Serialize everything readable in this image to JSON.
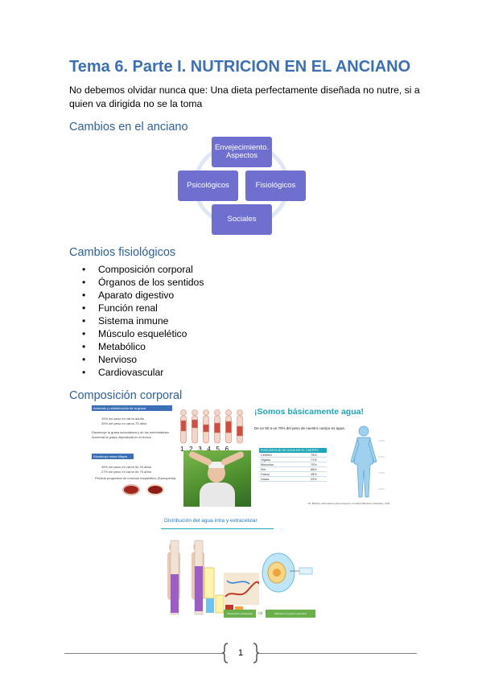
{
  "title": "Tema 6. Parte I. NUTRICION EN EL ANCIANO",
  "intro": "No debemos olvidar nunca que: Una dieta perfectamente diseñada no nutre, si a quien va dirigida no se la toma",
  "sections": {
    "cambios_anciano": "Cambios en el anciano",
    "cambios_fisiologicos": "Cambios fisiológicos",
    "composicion_corporal": "Composición corporal"
  },
  "diagram": {
    "top": "Envejecimiento. Aspectos",
    "left": "Psicológicos",
    "right": "Fisiológicos",
    "bottom": "Sociales",
    "box_color": "#6f6fd0"
  },
  "fisiologicos": [
    "Composición corporal",
    "Órganos de los sentidos",
    "Aparato digestivo",
    "Función renal",
    "Sistema inmune",
    "Músculo esquelético",
    "Metabólico",
    "Nervioso",
    "Cardiovascular"
  ],
  "images": {
    "grasa": {
      "header": "Aumento y redistribución de la grasa",
      "lines": [
        "15% del peso en varón adulto",
        "30% del peso en varón 75 años",
        "Disminuye la grasa subcutánea y de las extremidades",
        "Aumenta la grasa depositada en el tronco"
      ],
      "header2": "Disminuye masa Magra",
      "lines2": [
        "45% del peso en varón de 20 años",
        "27% del peso en varón de 70 años",
        "Pérdida progresiva de músculo esquelético (Sarcopenia)"
      ],
      "numbers": "1.  2.  3.  4.  5.  6."
    },
    "agua": {
      "title": "¡Somos básicamente agua!",
      "subtitle": "De un 50 a un 70% del peso de nuestro cuerpo es agua.",
      "table_header": "PORCENTAJE DE AGUA EN EL CUERPO",
      "rows": [
        [
          "Cerebro",
          "75%"
        ],
        [
          "Hígado",
          "71%"
        ],
        [
          "Músculos",
          "70%"
        ],
        [
          "Piel",
          "66%"
        ],
        [
          "Hueso",
          "28%"
        ],
        [
          "Grasa",
          "23%"
        ]
      ],
      "source": "J.R. Barbany. Alimentación para el Deporte y la Salud. Barcelona: Paidotribo, 2011"
    },
    "distribucion": {
      "title": "Distribución del agua intra y extracelular",
      "green1": "Intercambio extracelular",
      "green2": "Mantiene la presión osmótica"
    },
    "accent": "#3b6fb6",
    "teal": "#1fa6b8"
  },
  "page_number": "1"
}
